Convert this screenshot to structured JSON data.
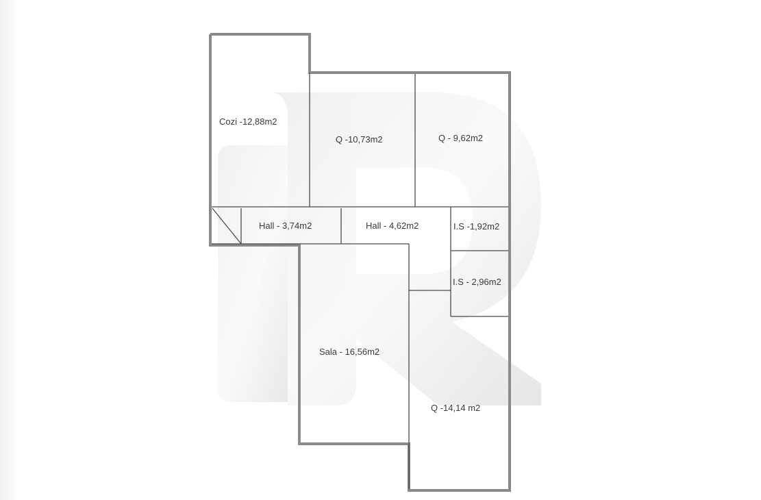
{
  "colors": {
    "background": "#ffffff",
    "wall": "#8a8a8a",
    "inner_wall": "#4a4a4a",
    "text": "#3a3a3a",
    "watermark": "#dcdcdc"
  },
  "watermark": {
    "icon": "logo-watermark-R",
    "text": ""
  },
  "rooms": [
    {
      "id": "cozi",
      "label": "Cozi -12,88m2"
    },
    {
      "id": "q1",
      "label": "Q -10,73m2"
    },
    {
      "id": "q2",
      "label": "Q - 9,62m2"
    },
    {
      "id": "hall1",
      "label": "Hall - 3,74m2"
    },
    {
      "id": "hall2",
      "label": "Hall - 4,62m2"
    },
    {
      "id": "is1",
      "label": "I.S -1,92m2"
    },
    {
      "id": "is2",
      "label": "I.S - 2,96m2"
    },
    {
      "id": "sala",
      "label": "Sala - 16,56m2"
    },
    {
      "id": "q3",
      "label": "Q -14,14 m2"
    }
  ]
}
